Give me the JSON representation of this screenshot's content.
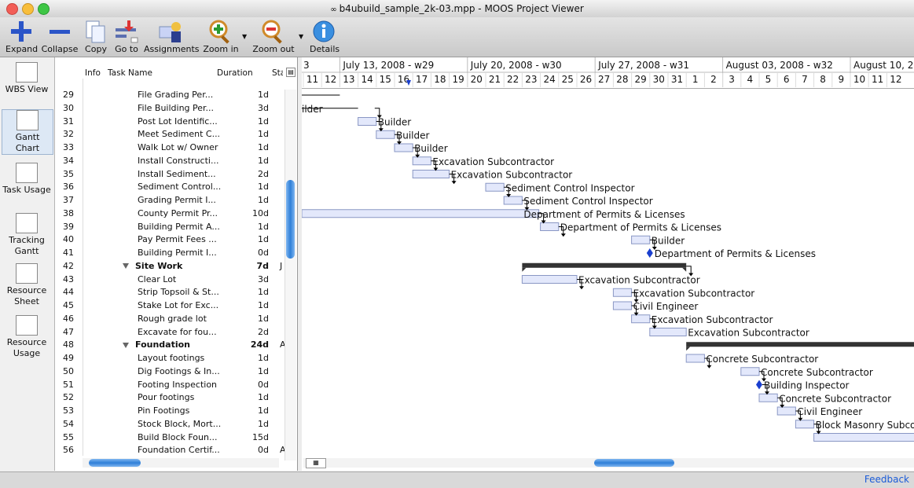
{
  "window": {
    "title": "b4ubuild_sample_2k-03.mpp - MOOS Project Viewer"
  },
  "toolbar": [
    {
      "label": "Expand",
      "icon": "plus-icon"
    },
    {
      "label": "Collapse",
      "icon": "minus-icon"
    },
    {
      "label": "Copy",
      "icon": "copy-icon"
    },
    {
      "label": "Go to",
      "icon": "goto-icon"
    },
    {
      "label": "Assignments",
      "icon": "assignments-icon"
    },
    {
      "label": "Zoom in",
      "icon": "zoom-in-icon"
    },
    {
      "label": "Zoom out",
      "icon": "zoom-out-icon"
    },
    {
      "label": "Details",
      "icon": "info-icon"
    }
  ],
  "views": [
    {
      "label": "WBS View",
      "active": false
    },
    {
      "label": "Gantt Chart",
      "active": true
    },
    {
      "label": "Task Usage",
      "active": false
    },
    {
      "label": "Tracking Gantt",
      "active": false
    },
    {
      "label": "Resource Sheet",
      "active": false
    },
    {
      "label": "Resource Usage",
      "active": false
    }
  ],
  "table": {
    "headers": {
      "info": "Info",
      "name": "Task Name",
      "duration": "Duration",
      "start": "Start"
    },
    "rows": [
      {
        "id": "29",
        "name": "File Grading Per...",
        "duration": "1d",
        "start": ""
      },
      {
        "id": "30",
        "name": "File Building Per...",
        "duration": "3d",
        "start": ""
      },
      {
        "id": "31",
        "name": "Post Lot Identific...",
        "duration": "1d",
        "start": ""
      },
      {
        "id": "32",
        "name": "Meet Sediment C...",
        "duration": "1d",
        "start": ""
      },
      {
        "id": "33",
        "name": "Walk Lot w/ Owner",
        "duration": "1d",
        "start": ""
      },
      {
        "id": "34",
        "name": "Install Constructi...",
        "duration": "1d",
        "start": ""
      },
      {
        "id": "35",
        "name": "Install Sediment...",
        "duration": "2d",
        "start": ""
      },
      {
        "id": "36",
        "name": "Sediment Control...",
        "duration": "1d",
        "start": ""
      },
      {
        "id": "37",
        "name": "Grading Permit I...",
        "duration": "1d",
        "start": ""
      },
      {
        "id": "38",
        "name": "County Permit Pr...",
        "duration": "10d",
        "start": ""
      },
      {
        "id": "39",
        "name": "Building Permit A...",
        "duration": "1d",
        "start": ""
      },
      {
        "id": "40",
        "name": "Pay Permit Fees ...",
        "duration": "1d",
        "start": ""
      },
      {
        "id": "41",
        "name": "Building Permit I...",
        "duration": "0d",
        "start": ""
      },
      {
        "id": "42",
        "name": "Site Work",
        "duration": "7d",
        "start": "J",
        "summary": true
      },
      {
        "id": "43",
        "name": "Clear Lot",
        "duration": "3d",
        "start": ""
      },
      {
        "id": "44",
        "name": "Strip Topsoil & St...",
        "duration": "1d",
        "start": ""
      },
      {
        "id": "45",
        "name": "Stake Lot for Exc...",
        "duration": "1d",
        "start": ""
      },
      {
        "id": "46",
        "name": "Rough grade lot",
        "duration": "1d",
        "start": ""
      },
      {
        "id": "47",
        "name": "Excavate for fou...",
        "duration": "2d",
        "start": ""
      },
      {
        "id": "48",
        "name": "Foundation",
        "duration": "24d",
        "start": "A",
        "summary": true
      },
      {
        "id": "49",
        "name": "Layout footings",
        "duration": "1d",
        "start": ""
      },
      {
        "id": "50",
        "name": "Dig Footings & In...",
        "duration": "1d",
        "start": ""
      },
      {
        "id": "51",
        "name": "Footing Inspection",
        "duration": "0d",
        "start": ""
      },
      {
        "id": "52",
        "name": "Pour footings",
        "duration": "1d",
        "start": ""
      },
      {
        "id": "53",
        "name": "Pin Footings",
        "duration": "1d",
        "start": ""
      },
      {
        "id": "54",
        "name": "Stock Block, Mort...",
        "duration": "1d",
        "start": ""
      },
      {
        "id": "55",
        "name": "Build Block Foun...",
        "duration": "15d",
        "start": ""
      },
      {
        "id": "56",
        "name": "Foundation Certif...",
        "duration": "0d",
        "start": "A"
      }
    ]
  },
  "timescale": {
    "weeks": [
      {
        "label": "3",
        "col": -1
      },
      {
        "label": "July 13, 2008 - w29",
        "col": 2
      },
      {
        "label": "July 20, 2008 - w30",
        "col": 9
      },
      {
        "label": "July 27, 2008 - w31",
        "col": 16
      },
      {
        "label": "August 03, 2008 - w32",
        "col": 23
      },
      {
        "label": "August 10, 2",
        "col": 30
      }
    ],
    "days": [
      "11",
      "12",
      "13",
      "14",
      "15",
      "16",
      "17",
      "18",
      "19",
      "20",
      "21",
      "22",
      "23",
      "24",
      "25",
      "26",
      "27",
      "28",
      "29",
      "30",
      "31",
      "1",
      "2",
      "3",
      "4",
      "5",
      "6",
      "7",
      "8",
      "9",
      "10",
      "11",
      "12"
    ],
    "today_marker_col": 5
  },
  "gantt_tasks": [
    {
      "row": 0,
      "start": -1,
      "len": 3,
      "label": "",
      "type": "line"
    },
    {
      "row": 1,
      "start": -1,
      "len": 4,
      "label": "ilder",
      "type": "line"
    },
    {
      "row": 2,
      "start": 3,
      "len": 1,
      "label": "Builder"
    },
    {
      "row": 3,
      "start": 4,
      "len": 1,
      "label": "Builder"
    },
    {
      "row": 4,
      "start": 5,
      "len": 1,
      "label": "Builder"
    },
    {
      "row": 5,
      "start": 6,
      "len": 1,
      "label": "Excavation Subcontractor"
    },
    {
      "row": 6,
      "start": 6,
      "len": 2,
      "label": "Excavation Subcontractor"
    },
    {
      "row": 7,
      "start": 10,
      "len": 1,
      "label": "Sediment Control Inspector"
    },
    {
      "row": 8,
      "start": 11,
      "len": 1,
      "label": "Sediment Control Inspector"
    },
    {
      "row": 9,
      "start": -1,
      "len": 13,
      "label": "Department of Permits & Licenses"
    },
    {
      "row": 10,
      "start": 13,
      "len": 1,
      "label": "Department of Permits & Licenses"
    },
    {
      "row": 11,
      "start": 18,
      "len": 1,
      "label": "Builder"
    },
    {
      "row": 12,
      "start": 19,
      "len": 0,
      "label": "Department of Permits & Licenses",
      "type": "milestone"
    },
    {
      "row": 13,
      "start": 12,
      "len": 9,
      "label": "",
      "type": "summary"
    },
    {
      "row": 14,
      "start": 12,
      "len": 3,
      "label": "Excavation Subcontractor"
    },
    {
      "row": 15,
      "start": 17,
      "len": 1,
      "label": "Excavation Subcontractor"
    },
    {
      "row": 16,
      "start": 17,
      "len": 1,
      "label": "Civil Engineer"
    },
    {
      "row": 17,
      "start": 18,
      "len": 1,
      "label": "Excavation Subcontractor"
    },
    {
      "row": 18,
      "start": 19,
      "len": 2,
      "label": "Excavation Subcontractor"
    },
    {
      "row": 19,
      "start": 21,
      "len": 13,
      "label": "",
      "type": "summary"
    },
    {
      "row": 20,
      "start": 21,
      "len": 1,
      "label": "Concrete Subcontractor"
    },
    {
      "row": 21,
      "start": 24,
      "len": 1,
      "label": "Concrete Subcontractor"
    },
    {
      "row": 22,
      "start": 25,
      "len": 0,
      "label": "Building Inspector",
      "type": "milestone"
    },
    {
      "row": 23,
      "start": 25,
      "len": 1,
      "label": "Concrete Subcontractor"
    },
    {
      "row": 24,
      "start": 26,
      "len": 1,
      "label": "Civil Engineer"
    },
    {
      "row": 25,
      "start": 27,
      "len": 1,
      "label": "Block Masonry Subco"
    },
    {
      "row": 26,
      "start": 28,
      "len": 6,
      "label": ""
    }
  ],
  "status": {
    "feedback": "Feedback"
  },
  "colors": {
    "accent": "#1a5bd8",
    "bar_fill": "#e3e8fb",
    "bar_border": "#8a97c4",
    "summary": "#333333",
    "milestone": "#1a3fcf"
  }
}
